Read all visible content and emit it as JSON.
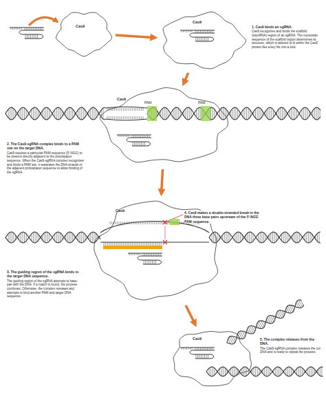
{
  "diagram": {
    "nodes": [
      {
        "text": [
          "Cas9"
        ]
      },
      {
        "text": [
          "Cas9"
        ]
      },
      {
        "text": [
          "Cas9"
        ]
      },
      {
        "text": [
          "Cas9"
        ]
      },
      {
        "text": [
          "Cas9"
        ]
      }
    ],
    "edges": [
      {
        "from": 0,
        "to": 1,
        "arrow": "to"
      },
      {
        "from": 1,
        "to": 2,
        "arrow": "to"
      },
      {
        "from": 2,
        "to": 3,
        "arrow": "to"
      },
      {
        "from": 3,
        "to": 4,
        "arrow": "to"
      }
    ],
    "labels": [
      "1. Cas9 binds an sgRNA.",
      "Cas9 recognizes and binds the scaffold (tracrRNA) region of an sgRNA. The nucleotide sequence of the scaffold region determines its structure, which is tailored to fit within the Cas9 protein like a key fits into a lock.",
      "PAM",
      "PAM",
      "2. The Cas9-sgRNA complex binds to a PAM site on the target DNA.",
      "Cas9 requires a particular PAM sequence (5'-NGG) to be present directly adjacent to the protospacer sequence. When the Cas9-sgRNA complex recognizes and binds a PAM site, it separates the DNA strands of the adjacent protospacer sequence to allow binding of the sgRNA.",
      "4. Cas9 makes a double-stranded break in the DNA three base pairs upstream of the 5'-NGG PAM sequence.",
      "3. The guiding region of the sgRNA binds to the target DNA sequence.",
      "The guiding region of the sgRNA attempts to base-pair with the DNA. If a match is found, the process continues. Otherwise, the complex releases and attempts to bind another PAM and target DNA sequence.",
      "5. The complex releases from the DNA.",
      "The Cas9-sgRNA complex releases the cut DNA and is ready to repeat the process."
    ]
  }
}
